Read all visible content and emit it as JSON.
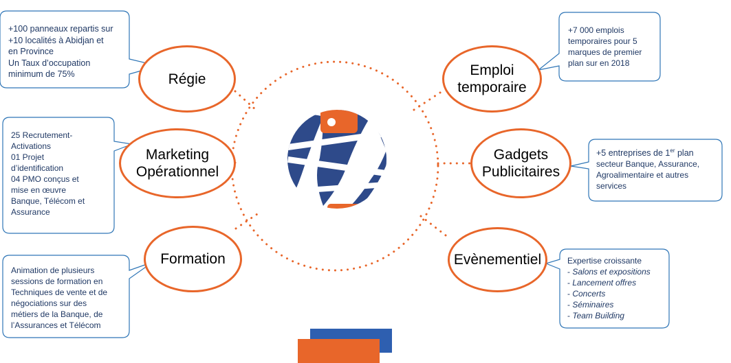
{
  "colors": {
    "accent_orange": "#e8662a",
    "navy": "#2e4a8a",
    "callout_border": "#2e75b6",
    "dotted_line": "#e8662a",
    "deco_blue": "#2e5fb0"
  },
  "center_logo": {
    "icon": "globe-logo-icon"
  },
  "nodes": [
    {
      "id": "regie",
      "label": "Régie"
    },
    {
      "id": "marketing",
      "label": "Marketing\nOpérationnel"
    },
    {
      "id": "formation",
      "label": "Formation"
    },
    {
      "id": "emploi",
      "label": "Emploi\ntemporaire"
    },
    {
      "id": "gadgets",
      "label": "Gadgets\nPublicitaires"
    },
    {
      "id": "evenementiel",
      "label": "Evènementiel"
    }
  ],
  "callouts": {
    "regie": "+100 panneaux repartis sur\n+10 localités à Abidjan et\nen Province\nUn Taux d’occupation\nminimum de 75%",
    "marketing": "25 Recrutement-\nActivations\n01 Projet\nd’identification\n04 PMO conçus et\nmise en œuvre\nBanque, Télécom et\nAssurance",
    "formation": "Animation de plusieurs\nsessions de formation en\nTechniques de vente et de\nnégociations sur des\nmétiers de la Banque, de\nl’Assurances et Télécom",
    "emploi": "+7 000 emplois\ntemporaires pour 5\nmarques de premier\nplan sur en 2018",
    "gadgets": {
      "line1_start": "+5 entreprises de 1",
      "line1_sup": "er",
      "line1_end": " plan",
      "rest": "secteur Banque, Assurance,\nAgroalimentaire et autres\nservices"
    },
    "evenementiel": {
      "heading": "Expertise croissante",
      "items": [
        "Salons et expositions",
        "Lancement offres",
        "Concerts",
        "Séminaires",
        "Team Building"
      ]
    }
  }
}
